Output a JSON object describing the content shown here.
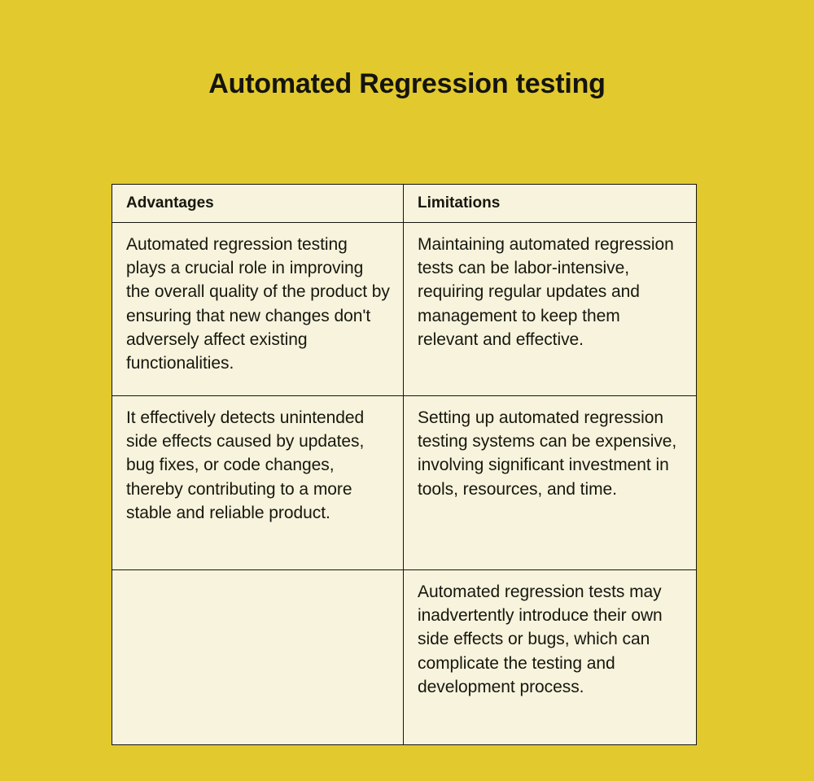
{
  "title": "Automated Regression testing",
  "colors": {
    "background": "#E2C92E",
    "cell_background": "#F7F3DC",
    "border": "#15150f",
    "text": "#17170f"
  },
  "table": {
    "headers": [
      "Advantages",
      "Limitations"
    ],
    "rows": [
      {
        "advantages": "Automated regression testing plays a crucial role in improving the overall quality of the product by ensuring that new changes don't adversely affect existing functionalities.",
        "limitations": "Maintaining automated regression tests can be labor-intensive, requiring regular updates and management to keep them relevant and effective."
      },
      {
        "advantages": "It effectively detects unintended side effects caused by updates, bug fixes, or code changes, thereby contributing to a more stable and reliable product.",
        "limitations": "Setting up automated regression testing systems can be expensive, involving significant investment in tools, resources, and time."
      },
      {
        "advantages": "",
        "limitations": "Automated regression tests may inadvertently introduce their own side effects or bugs, which can complicate the testing and development process."
      }
    ]
  }
}
